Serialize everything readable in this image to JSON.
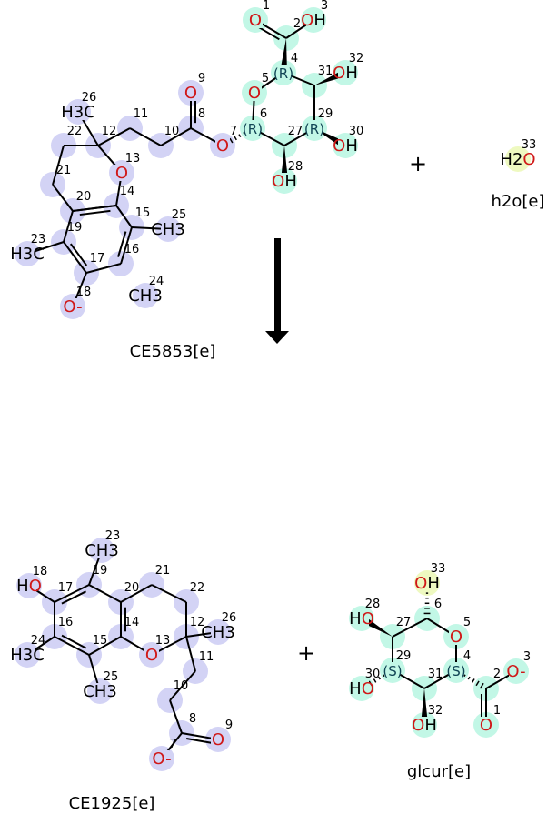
{
  "colors": {
    "carbon_highlight": "#c2f7e6",
    "het_highlight": "#d3d3f5",
    "water_highlight": "#eef9c0",
    "oxygen": "#d01818",
    "bond": "#000000"
  },
  "reaction": {
    "plus_top": "+",
    "plus_bottom": "+"
  },
  "molecules": {
    "ce5853": {
      "name": "CE5853[e]",
      "atoms": {
        "1": "O",
        "2": "",
        "3": "OH",
        "4": "(R)",
        "5": "O",
        "6": "(R)",
        "7": "O",
        "8": "",
        "9": "O",
        "10": "",
        "11": "",
        "12": "",
        "13": "O",
        "14": "",
        "15": "",
        "16": "",
        "17": "",
        "18": "O-",
        "19": "",
        "20": "",
        "21": "",
        "22": "",
        "23": "H3C",
        "24": "CH3",
        "25": "CH3",
        "26": "H3C",
        "27": "",
        "28": "OH",
        "29": "(R)",
        "30": "OH",
        "31": "",
        "32": "OH"
      }
    },
    "h2o": {
      "name": "h2o[e]",
      "atoms": {
        "33": "H2O"
      }
    },
    "ce1925": {
      "name": "CE1925[e]",
      "atoms": {
        "7": "O-",
        "8": "",
        "9": "O",
        "10": "",
        "11": "",
        "12": "",
        "13": "O",
        "14": "",
        "15": "",
        "16": "",
        "17": "",
        "18": "HO",
        "19": "",
        "20": "",
        "21": "",
        "22": "",
        "23": "CH3",
        "24": "H3C",
        "25": "CH3",
        "26": "CH3"
      }
    },
    "glcur": {
      "name": "glcur[e]",
      "atoms": {
        "1": "O",
        "2": "",
        "3": "O-",
        "4": "(S)",
        "5": "O",
        "6": "",
        "27": "",
        "28": "HO",
        "29": "(S)",
        "30": "HO",
        "31": "",
        "32": "OH",
        "33": "OH"
      }
    }
  }
}
